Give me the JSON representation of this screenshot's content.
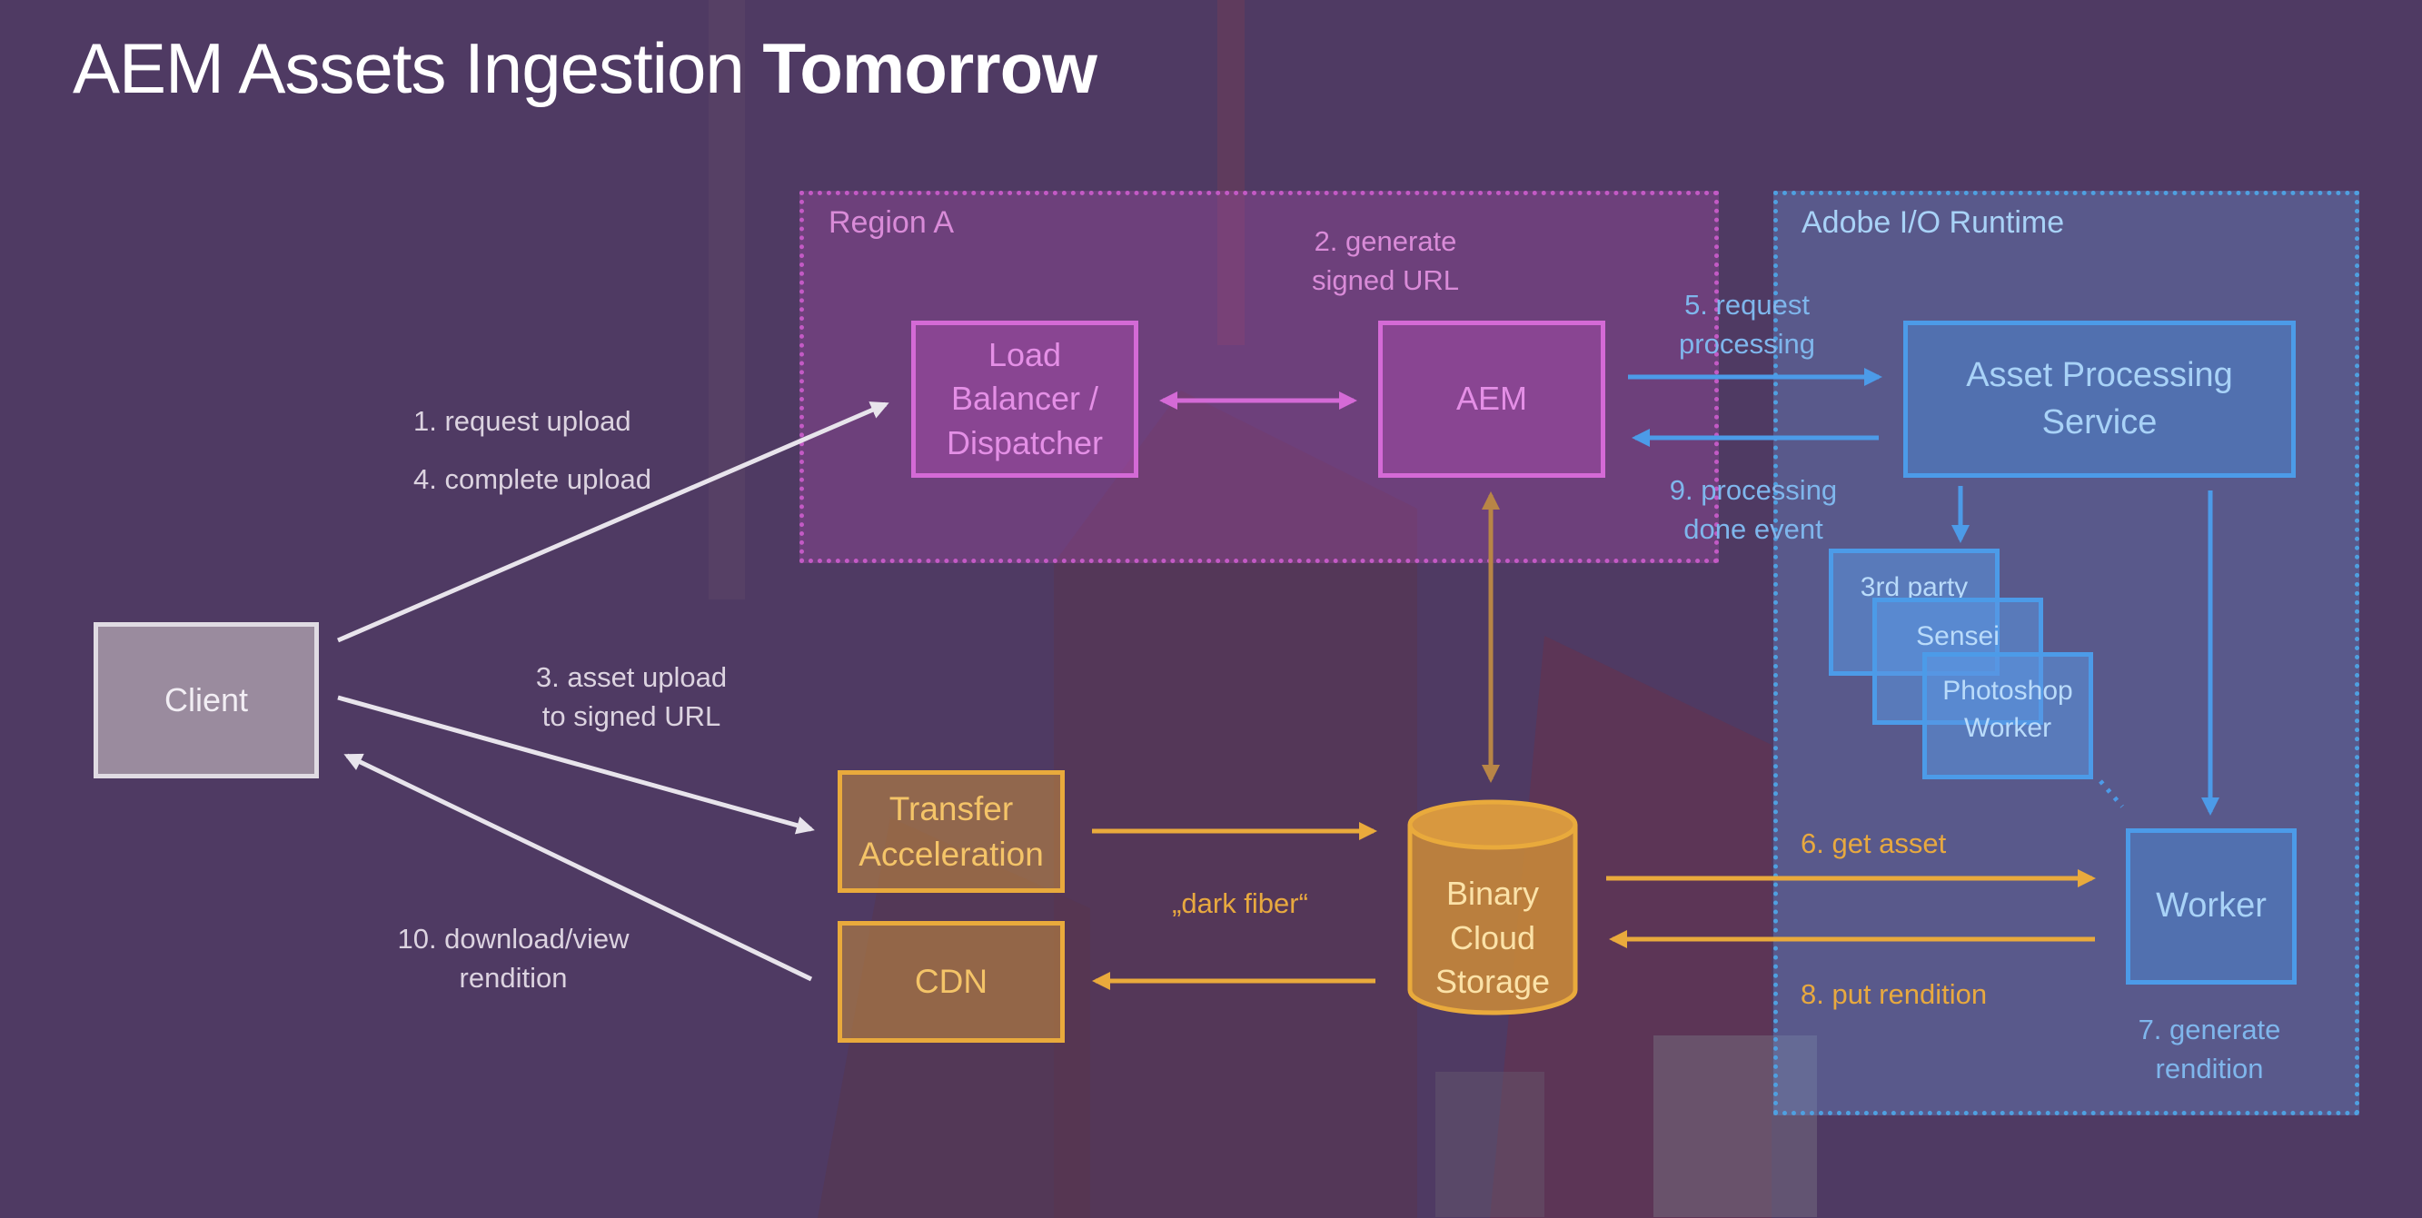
{
  "title": {
    "normal": "AEM Assets Ingestion ",
    "bold": "Tomorrow"
  },
  "regions": {
    "region_a": "Region A",
    "adobe_io": "Adobe I/O Runtime"
  },
  "boxes": {
    "client": "Client",
    "load_balancer": [
      "Load",
      "Balancer /",
      "Dispatcher"
    ],
    "aem": "AEM",
    "asset_processing": [
      "Asset Processing",
      "Service"
    ],
    "third_party": "3rd party",
    "sensei": "Sensei",
    "photoshop_worker": [
      "Photoshop",
      "Worker"
    ],
    "worker": "Worker",
    "transfer_acceleration": [
      "Transfer",
      "Acceleration"
    ],
    "cdn": "CDN",
    "binary_storage": [
      "Binary",
      "Cloud",
      "Storage"
    ]
  },
  "labels": {
    "request_upload": "1. request upload",
    "generate_signed_url": [
      "2. generate",
      "signed URL"
    ],
    "asset_upload": [
      "3. asset upload",
      "to signed URL"
    ],
    "complete_upload": "4. complete upload",
    "request_processing": [
      "5. request",
      "processing"
    ],
    "get_asset": "6. get asset",
    "generate_rendition": [
      "7. generate",
      "rendition"
    ],
    "put_rendition": "8. put rendition",
    "processing_done": [
      "9. processing",
      "done event"
    ],
    "download_view": [
      "10. download/view",
      "rendition"
    ],
    "dark_fiber": "„dark fiber“"
  },
  "colors": {
    "background": "#4f3a63",
    "pink": "#d46ad6",
    "blue": "#4c9be8",
    "orange": "#e9aa3c",
    "white_arrow": "#e8e4ec"
  }
}
